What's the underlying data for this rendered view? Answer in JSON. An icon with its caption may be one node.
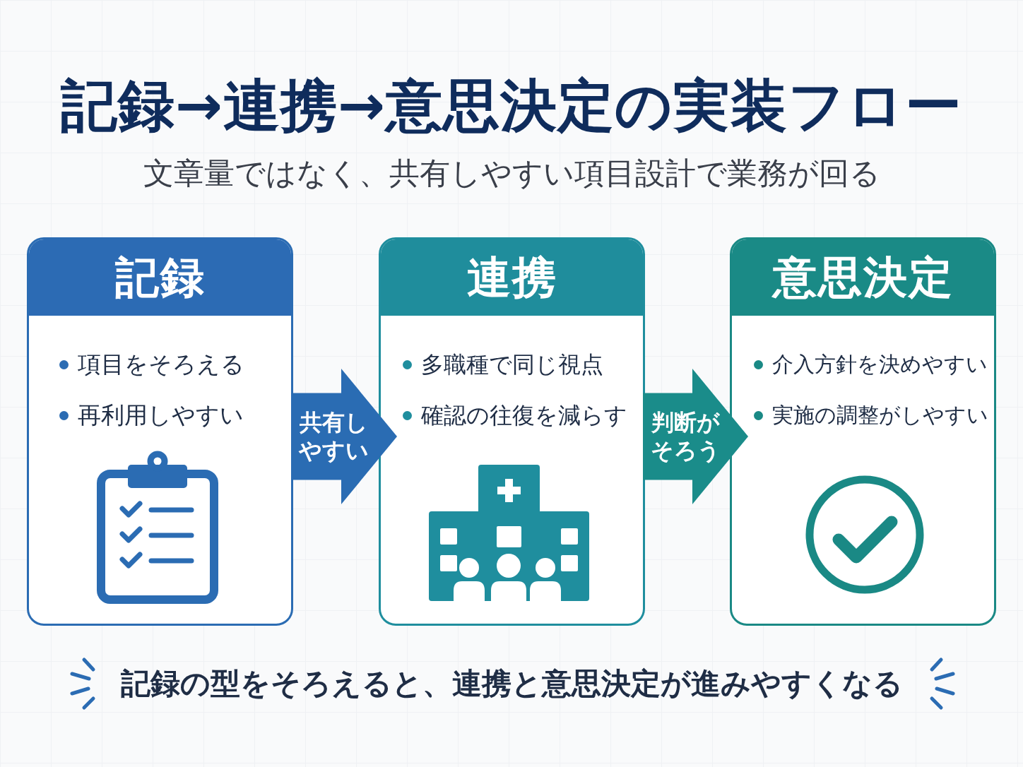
{
  "diagram": {
    "title": "記録→連携→意思決定の実装フロー",
    "caption": "記録の型をそろえると、連携と意思決定が進みやすくなる",
    "nodes": [
      {
        "text": [
          "記録",
          "項目をそろえる",
          "再利用しやすい"
        ]
      },
      {
        "text": [
          "連携",
          "多職種で同じ視点",
          "確認の往復を減らす"
        ]
      },
      {
        "text": [
          "意思決定",
          "介入方針を決めやすい",
          "実施の調整がしやすい"
        ]
      }
    ],
    "edges": [
      {
        "from": 0,
        "to": 1,
        "arrow": "to",
        "label": "共有しやすい",
        "color": "#2a6cb3"
      },
      {
        "from": 1,
        "to": 2,
        "arrow": "to",
        "label": "判断がそろう",
        "color": "#1a8c8a"
      }
    ],
    "labels": [
      "文章量ではなく、共有しやすい項目設計で業務が回る"
    ]
  }
}
